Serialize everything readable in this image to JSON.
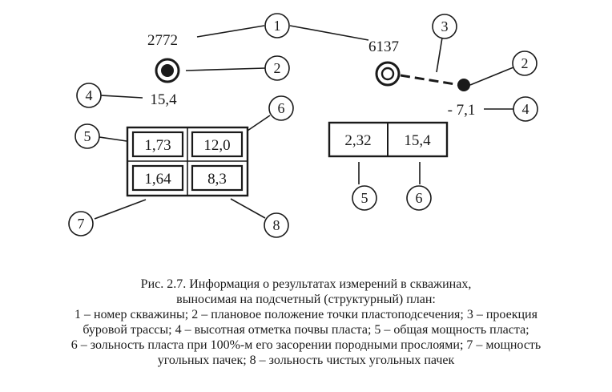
{
  "diagram": {
    "left_well": {
      "number": "2772",
      "elevation": "15,4",
      "cells": [
        "1,73",
        "12,0",
        "1,64",
        "8,3"
      ]
    },
    "right_well": {
      "number": "6137",
      "elevation": "- 7,1",
      "cells": [
        "2,32",
        "15,4"
      ]
    },
    "callouts": {
      "n1": "1",
      "n2a": "2",
      "n2b": "2",
      "n3": "3",
      "n4a": "4",
      "n4b": "4",
      "n5a": "5",
      "n5b": "5",
      "n6a": "6",
      "n6b": "6",
      "n7": "7",
      "n8": "8"
    }
  },
  "caption": {
    "line1": "Рис. 2.7. Информация о результатах измерений в скважинах,",
    "line2": "выносимая на подсчетный (структурный) план:",
    "line3": "1 – номер скважины; 2 – плановое положение точки пластоподсечения; 3 – проекция",
    "line4": "буровой трассы; 4 – высотная отметка почвы пласта; 5 – общая мощность пласта;",
    "line5": "6 – зольность пласта при 100%-м его засорении породными прослоями; 7 – мощность",
    "line6": "угольных пачек; 8 – зольность чистых угольных пачек"
  }
}
